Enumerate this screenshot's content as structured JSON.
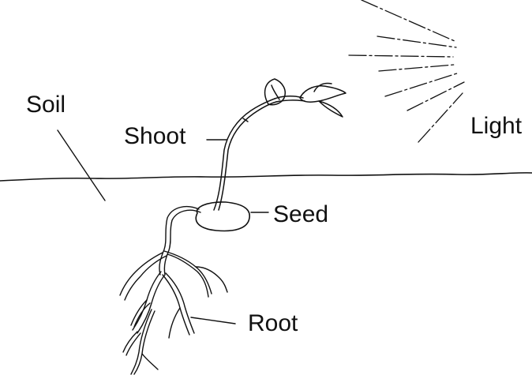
{
  "labels": {
    "soil": "Soil",
    "shoot": "Shoot",
    "seed": "Seed",
    "root": "Root",
    "light": "Light"
  },
  "colors": {
    "ink": "#111111",
    "background": "#ffffff"
  }
}
